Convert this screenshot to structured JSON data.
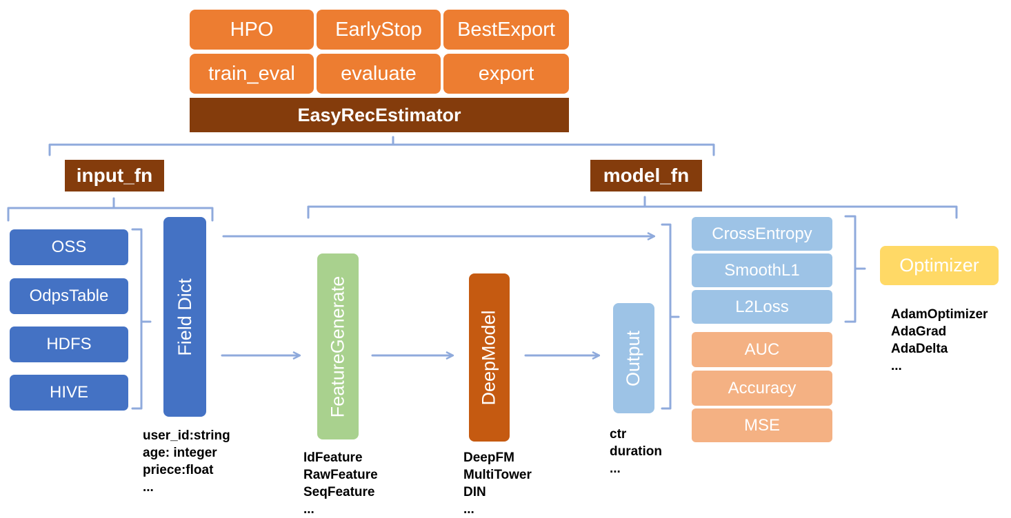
{
  "estimator": {
    "top_row": [
      "HPO",
      "EarlyStop",
      "BestExport"
    ],
    "second_row": [
      "train_eval",
      "evaluate",
      "export"
    ],
    "title": "EasyRecEstimator"
  },
  "input_fn": {
    "label": "input_fn",
    "sources": [
      "OSS",
      "OdpsTable",
      "HDFS",
      "HIVE"
    ],
    "field_dict": "Field Dict",
    "field_examples": [
      "user_id:string",
      "age: integer",
      "priece:float",
      "..."
    ]
  },
  "model_fn": {
    "label": "model_fn",
    "feature_generate": "FeatureGenerate",
    "feature_examples": [
      "IdFeature",
      "RawFeature",
      "SeqFeature",
      "..."
    ],
    "deep_model": "DeepModel",
    "model_examples": [
      "DeepFM",
      "MultiTower",
      "DIN",
      "..."
    ],
    "output": "Output",
    "output_examples": [
      "ctr",
      "duration",
      "..."
    ],
    "losses": [
      "CrossEntropy",
      "SmoothL1",
      "L2Loss"
    ],
    "metrics": [
      "AUC",
      "Accuracy",
      "MSE"
    ],
    "optimizer": "Optimizer",
    "optimizer_examples": [
      "AdamOptimizer",
      "AdaGrad",
      "AdaDelta",
      "..."
    ]
  },
  "colors": {
    "orange": "#ED7D31",
    "brown": "#843C0C",
    "blue": "#4472C4",
    "light_blue": "#9DC3E6",
    "green": "#A9D18E",
    "rust": "#C55A11",
    "salmon": "#F4B183",
    "yellow": "#FFD966",
    "connector": "#8FAADC"
  }
}
